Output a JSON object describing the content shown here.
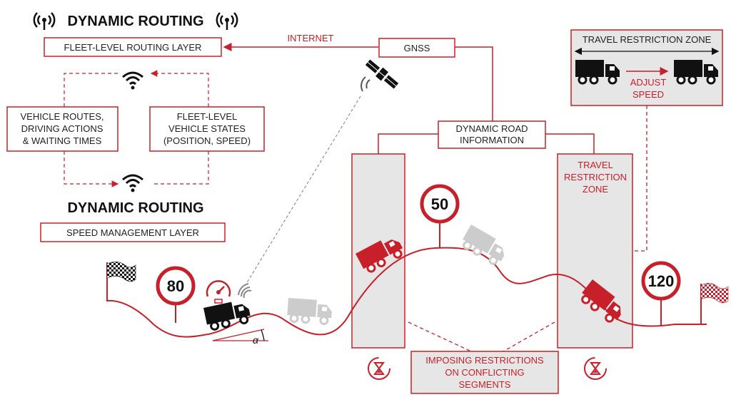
{
  "top": {
    "title": "DYNAMIC ROUTING",
    "layer": "FLEET-LEVEL ROUTING LAYER"
  },
  "bottom": {
    "title": "DYNAMIC ROUTING",
    "layer": "SPEED MANAGEMENT LAYER"
  },
  "loop": {
    "left_box": [
      "VEHICLE ROUTES,",
      "DRIVING ACTIONS",
      "& WAITING TIMES"
    ],
    "right_box": [
      "FLEET-LEVEL",
      "VEHICLE STATES",
      "(POSITION, SPEED)"
    ]
  },
  "links": {
    "internet": "INTERNET",
    "gnss": "GNSS",
    "road_info": [
      "DYNAMIC ROAD",
      "INFORMATION"
    ]
  },
  "restriction_panel": {
    "title": "TRAVEL RESTRICTION ZONE",
    "action": [
      "ADJUST",
      "SPEED"
    ]
  },
  "zone_label": [
    "TRAVEL",
    "RESTRICTION",
    "ZONE"
  ],
  "conflict_label": [
    "IMPOSING RESTRICTIONS",
    "ON CONFLICTING",
    "SEGMENTS"
  ],
  "signs": [
    "80",
    "50",
    "120"
  ],
  "angle_symbol": "α",
  "colors": {
    "accent": "#c8202a",
    "zone_fill": "#e6e6e6",
    "truck": "#111111",
    "ghost_truck": "#cccccc"
  },
  "icons": [
    "antenna-icon",
    "wifi-icon",
    "satellite-icon",
    "speedometer-icon",
    "hourglass-icon",
    "checkered-flag-icon",
    "truck-icon"
  ]
}
